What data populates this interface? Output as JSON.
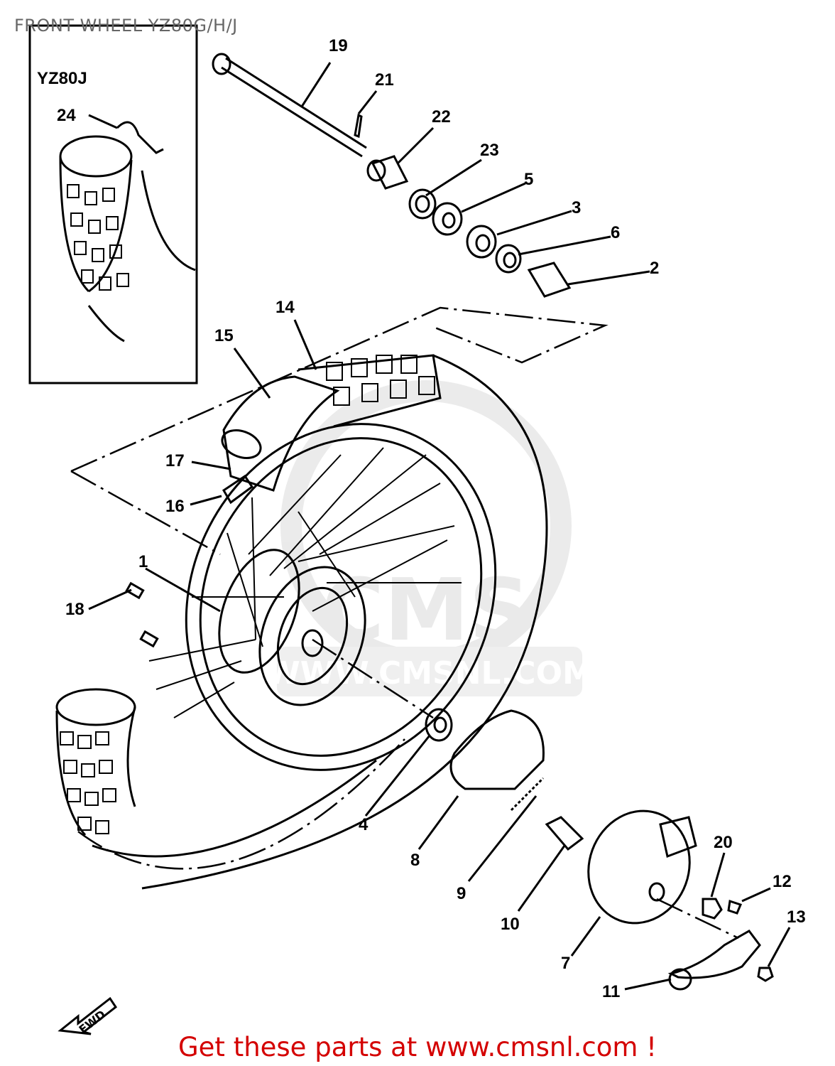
{
  "title": "FRONT WHEEL  YZ80G/H/J",
  "inset": {
    "model_label": "YZ80J",
    "part_number": "24"
  },
  "callouts": [
    "19",
    "21",
    "22",
    "23",
    "5",
    "3",
    "6",
    "2",
    "14",
    "15",
    "17",
    "16",
    "1",
    "18",
    "4",
    "8",
    "9",
    "10",
    "7",
    "20",
    "12",
    "13",
    "11"
  ],
  "watermark": {
    "text": "CMS",
    "url": "WWW.CMSNL.COM",
    "color": "#d8d8d8"
  },
  "fwd_label": "FWD",
  "footer": "Get these parts at www.cmsnl.com !",
  "colors": {
    "footer": "#d40000",
    "title": "#666666"
  }
}
